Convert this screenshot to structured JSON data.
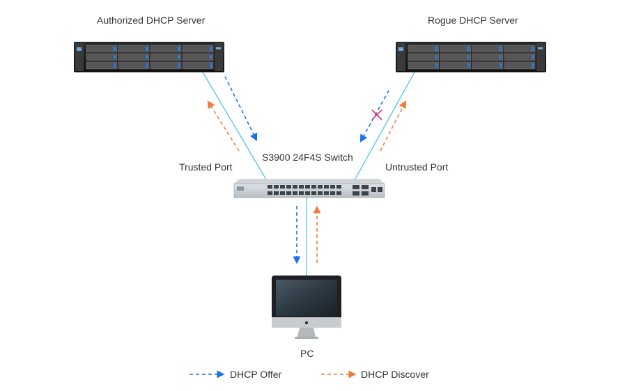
{
  "nodes": {
    "authorized_server": {
      "label": "Authorized DHCP Server"
    },
    "rogue_server": {
      "label": "Rogue DHCP Server"
    },
    "switch": {
      "label": "S3900 24F4S Switch"
    },
    "pc": {
      "label": "PC"
    }
  },
  "ports": {
    "trusted": "Trusted Port",
    "untrusted": "Untrusted Port"
  },
  "legend": [
    {
      "label": "DHCP Offer",
      "color": "#1a73e8",
      "icon": "dashed-arrow-icon"
    },
    {
      "label": "DHCP Discover",
      "color": "#f27d3a",
      "icon": "dashed-arrow-icon"
    }
  ],
  "colors": {
    "cable": "#4fc3e8",
    "offer": "#1a73e8",
    "discover": "#f27d3a",
    "blocked_mark": "#e0306a"
  }
}
